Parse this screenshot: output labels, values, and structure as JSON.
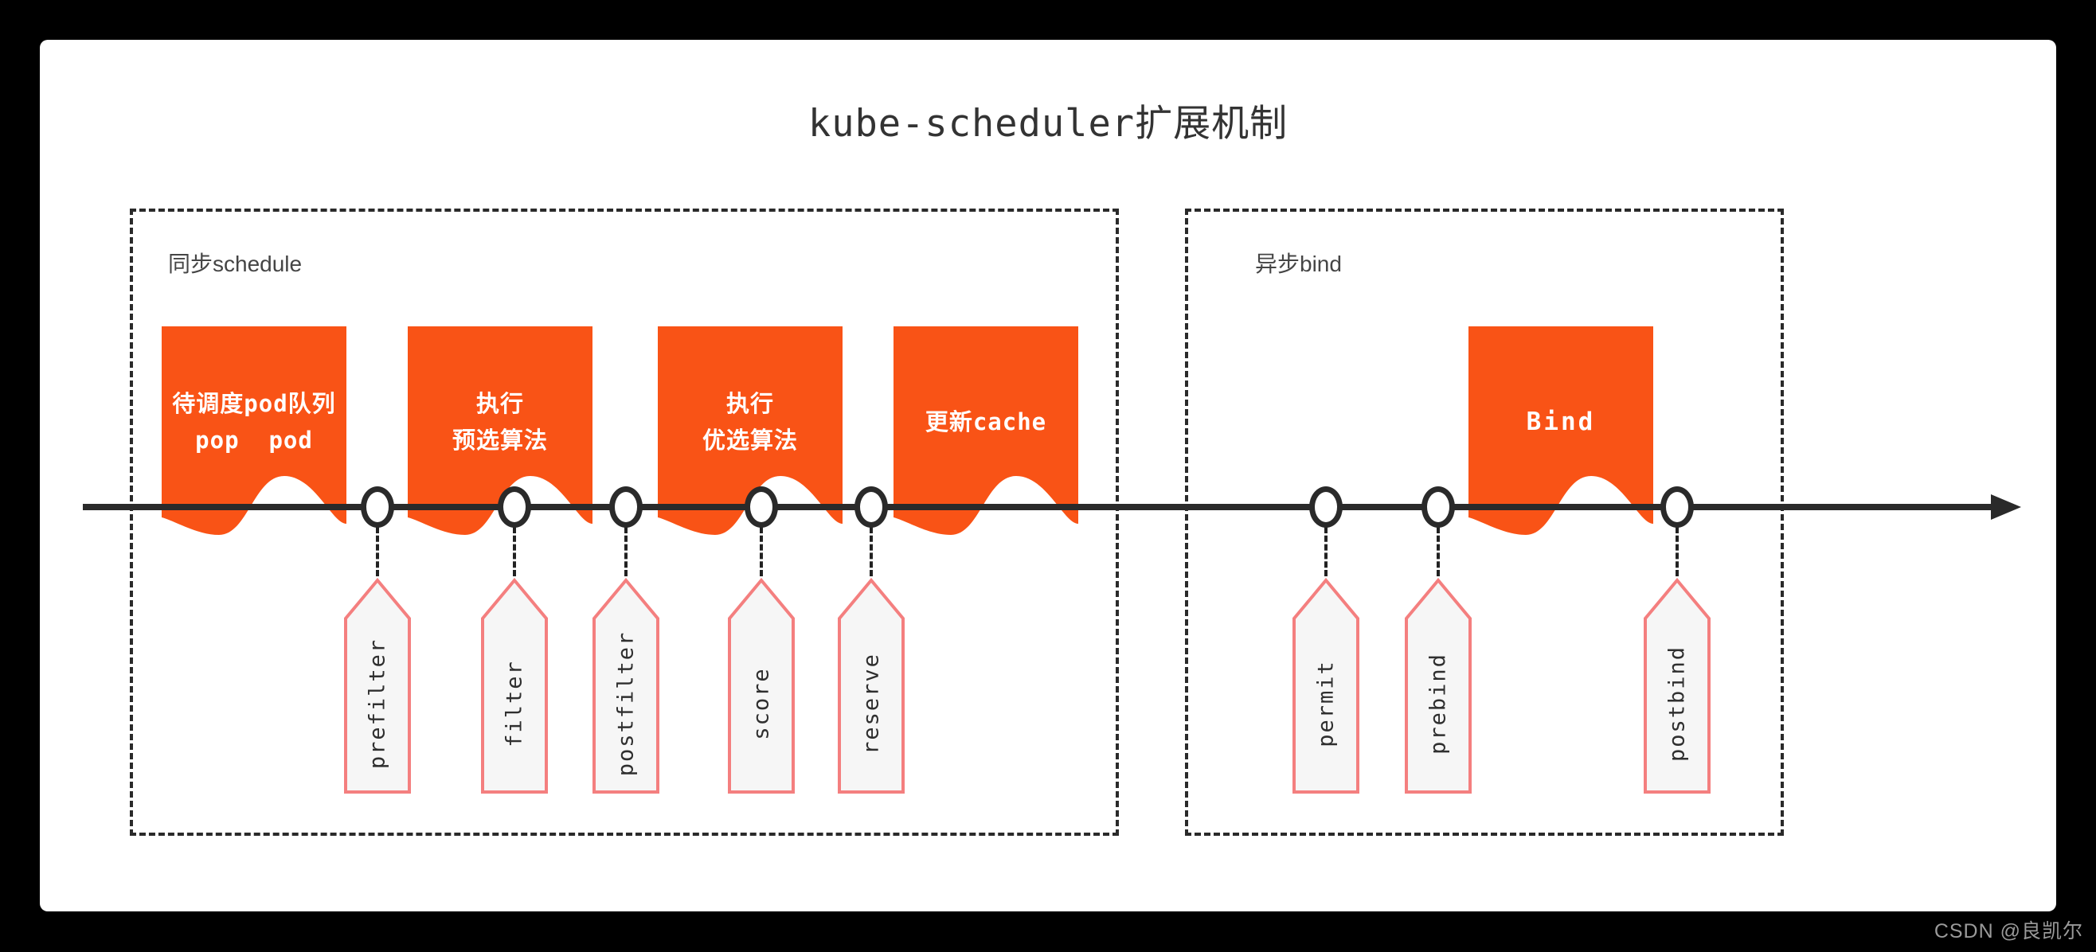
{
  "title": "kube-scheduler扩展机制",
  "sections": [
    {
      "label": "同步schedule"
    },
    {
      "label": "异步bind"
    }
  ],
  "banners": [
    {
      "name": "queue-pop-pod",
      "lines": [
        "待调度pod队列",
        "pop  pod"
      ]
    },
    {
      "name": "predicates",
      "lines": [
        "执行",
        "预选算法"
      ]
    },
    {
      "name": "priorities",
      "lines": [
        "执行",
        "优选算法"
      ]
    },
    {
      "name": "update-cache",
      "lines": [
        "更新cache"
      ]
    },
    {
      "name": "bind",
      "lines": [
        "Bind"
      ]
    }
  ],
  "points": [
    {
      "label": "prefilter"
    },
    {
      "label": "filter"
    },
    {
      "label": "postfilter"
    },
    {
      "label": "score"
    },
    {
      "label": "reserve"
    },
    {
      "label": "permit"
    },
    {
      "label": "prebind"
    },
    {
      "label": "postbind"
    }
  ],
  "watermark": "CSDN @良凯尔",
  "colors": {
    "banner": "#f95316",
    "tag_border": "#f47f7f",
    "tag_fill": "#f6f6f6",
    "line": "#2a2a2a",
    "title_text": "#333333",
    "label_text": "#454545",
    "tag_text": "#2f2f2f",
    "watermark_text": "#9a9a9a",
    "canvas_bg": "#ffffff",
    "page_bg": "#000000"
  }
}
